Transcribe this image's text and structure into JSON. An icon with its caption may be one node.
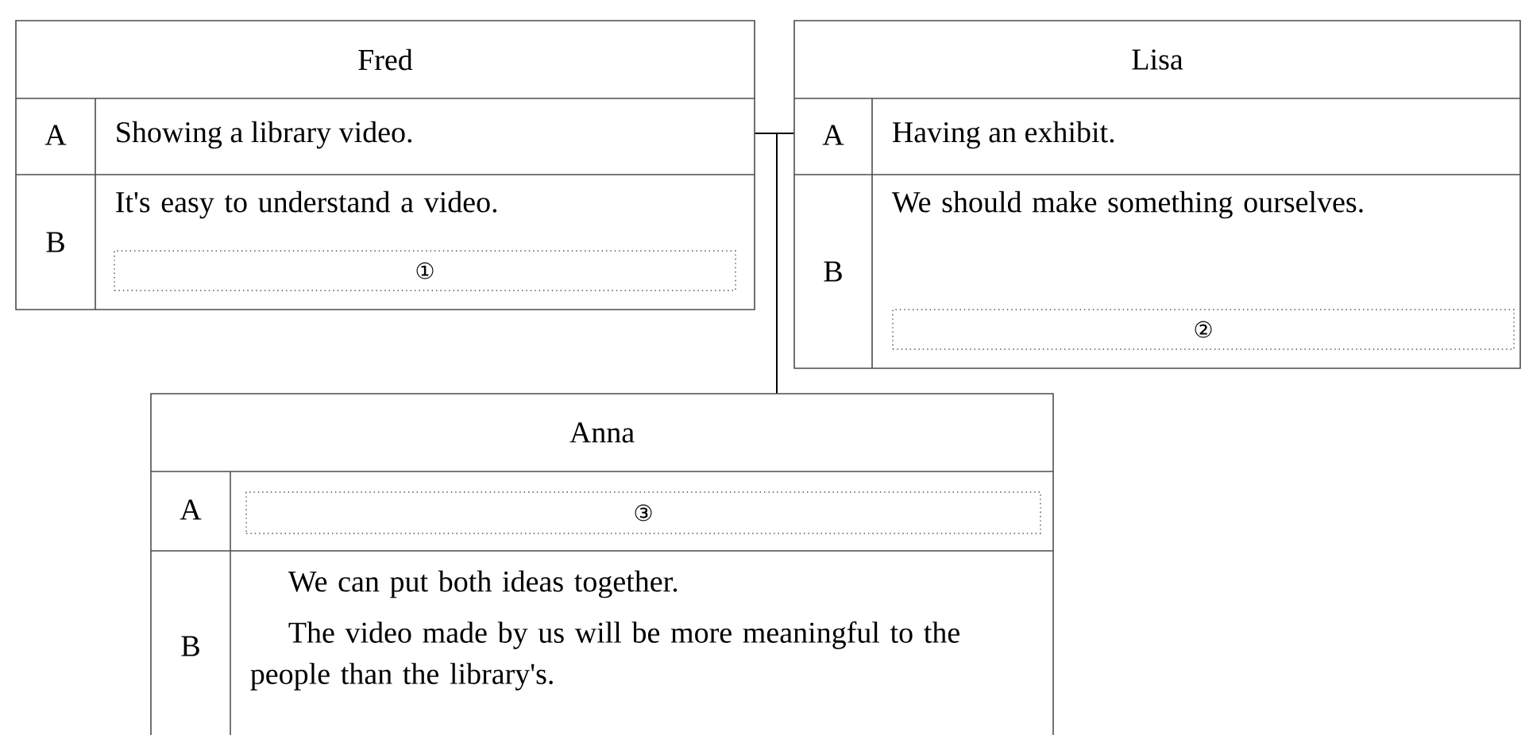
{
  "diagram": {
    "nodes": [
      {
        "text": [
          "Fred",
          "A",
          "Showing a library video.",
          "B",
          "It's easy to understand a video."
        ]
      },
      {
        "text": [
          "①"
        ],
        "in": 0
      },
      {
        "text": [
          "Lisa",
          "A",
          "Having an exhibit.",
          "B",
          "We should make something ourselves."
        ]
      },
      {
        "text": [
          "②"
        ],
        "in": 2
      },
      {
        "text": [
          "Anna",
          "A",
          "B",
          "We can put both ideas together.",
          "The video made by us will be more meaningful to the people than the library's."
        ]
      },
      {
        "text": [
          "③"
        ],
        "in": 4
      }
    ],
    "edges": [
      {
        "from": 0,
        "to": 2,
        "arrow": "none"
      },
      {
        "from": 0,
        "to": 4,
        "arrow": "none"
      },
      {
        "from": 2,
        "to": 4,
        "arrow": "none"
      }
    ]
  }
}
